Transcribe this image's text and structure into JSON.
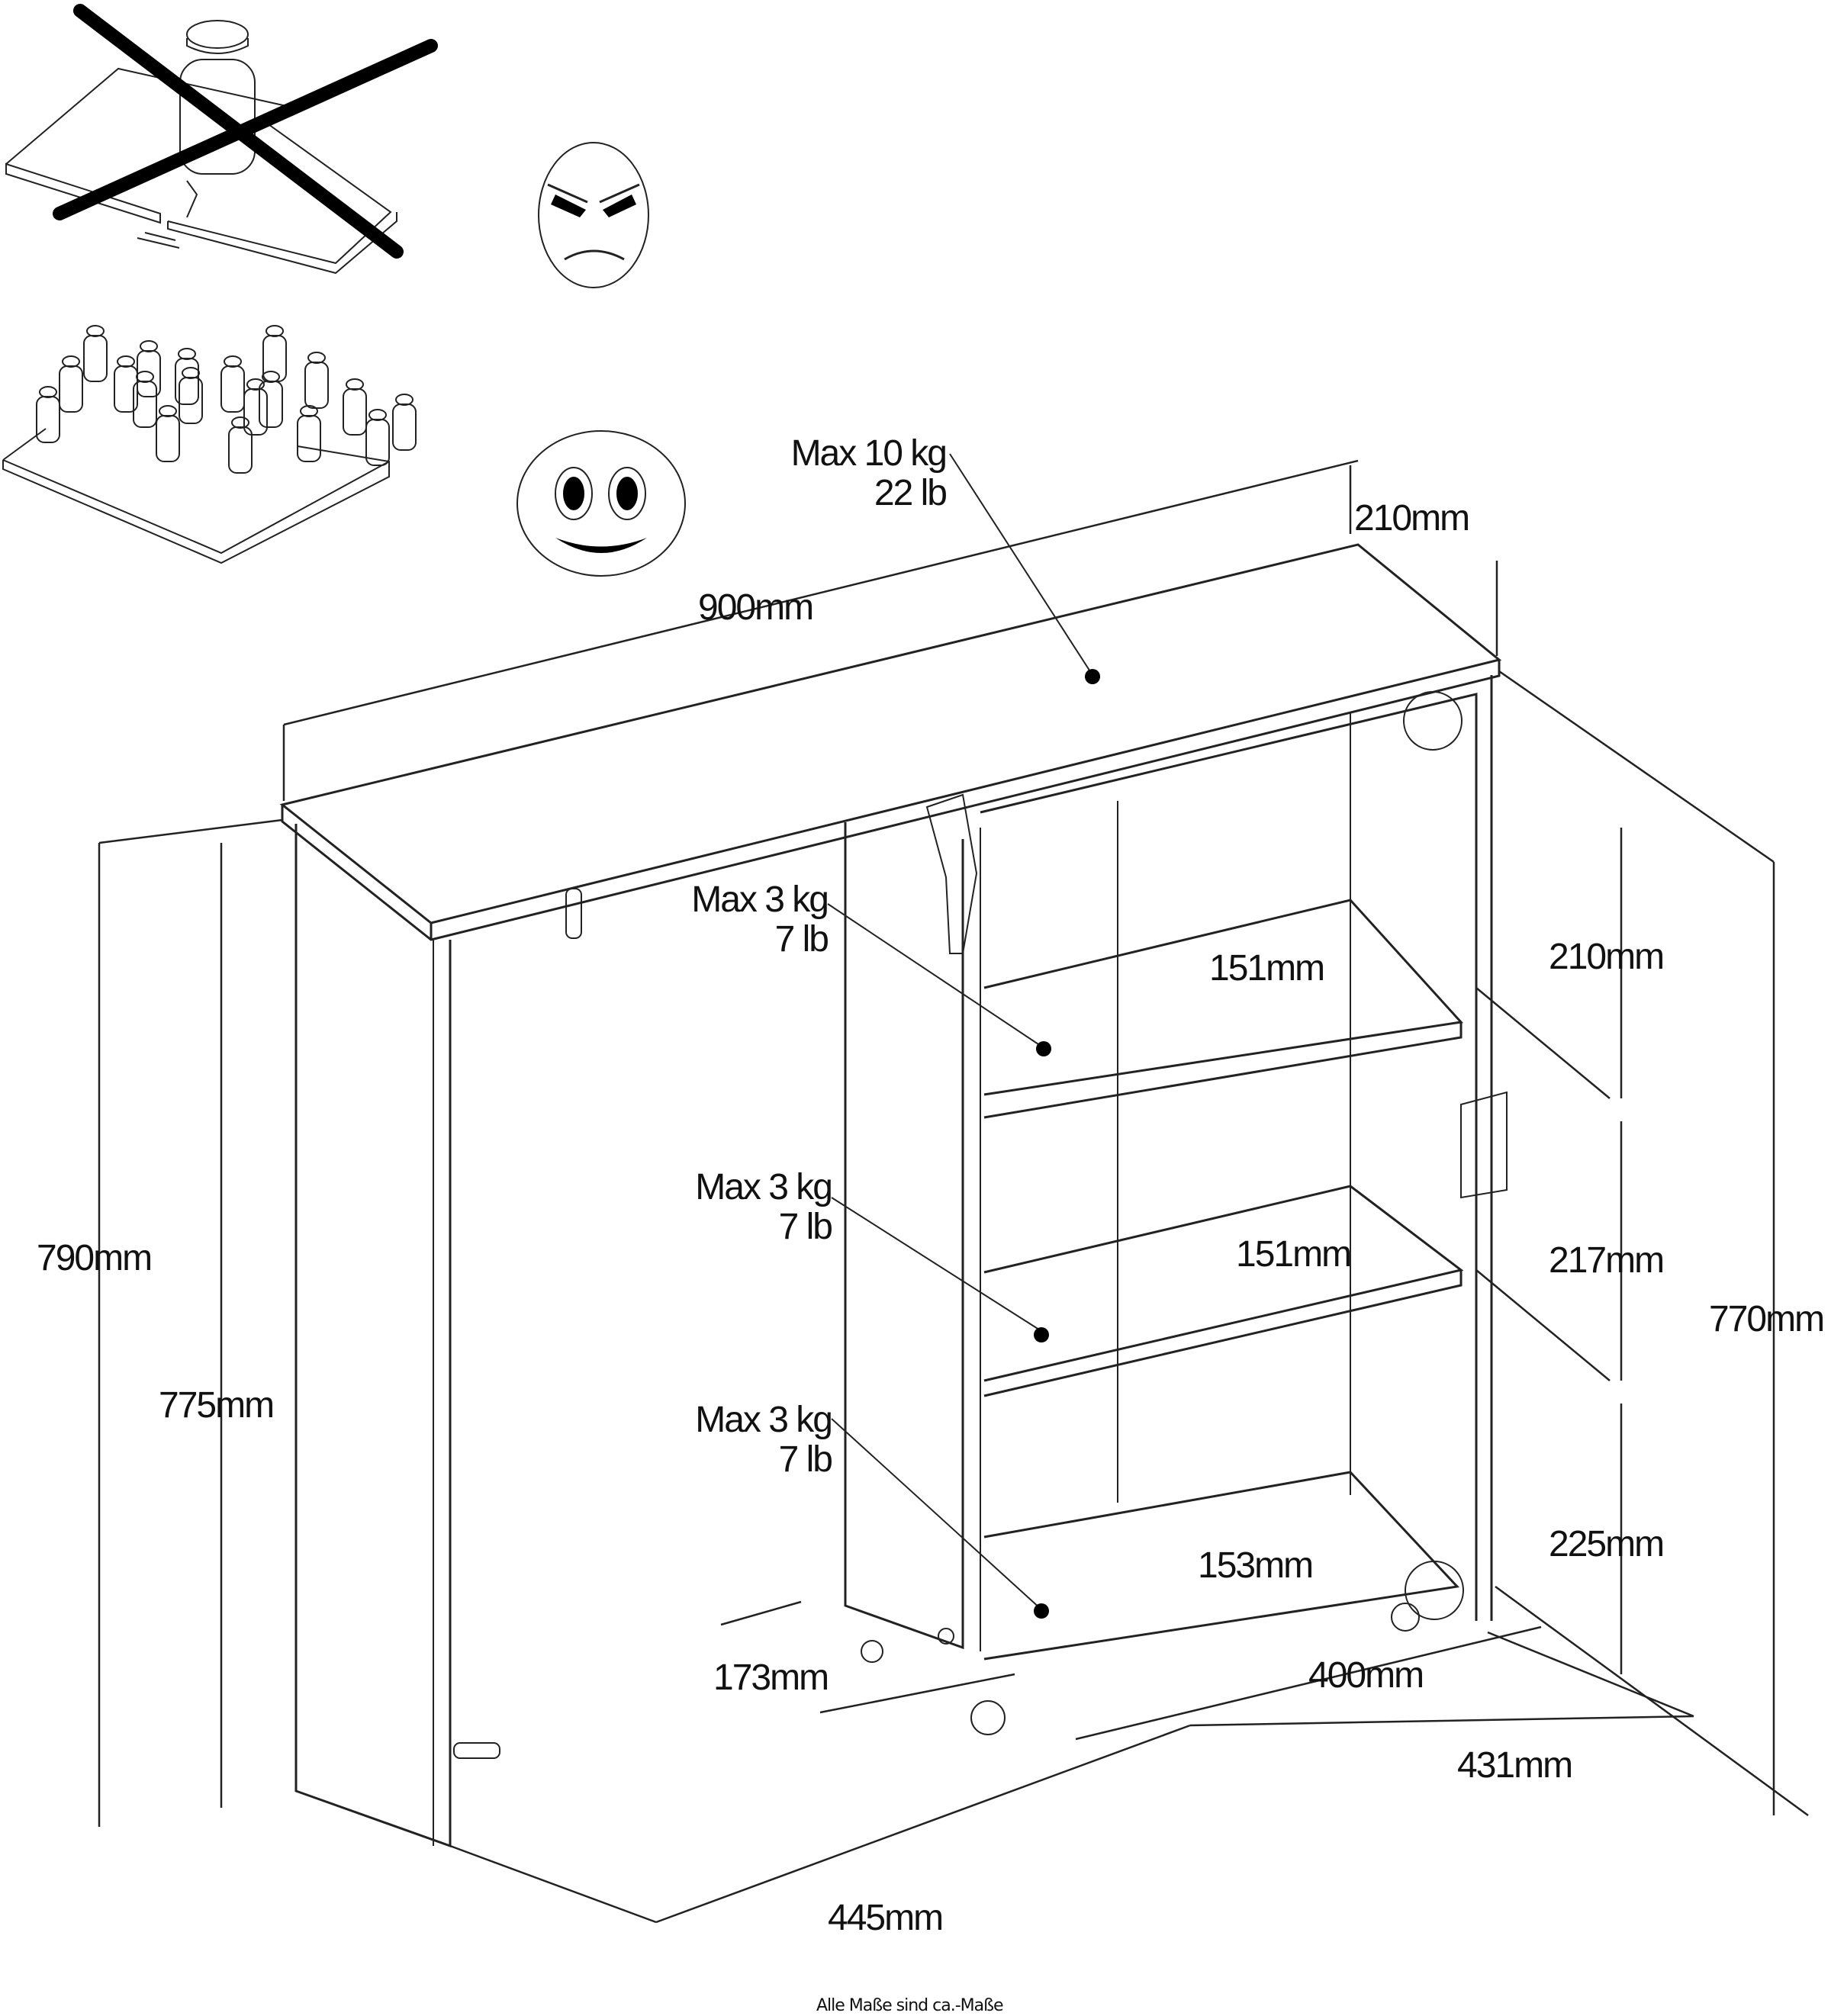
{
  "diagram": {
    "type": "furniture-dimension-drawing",
    "load_hint": {
      "bad_example": "single concentrated weight on shelf (crossed out, angry face)",
      "good_example": "weights evenly distributed on shelf (happy face)"
    },
    "top_load": {
      "kg": "Max 10 kg",
      "lb": "22 lb"
    },
    "shelf_loads": [
      {
        "kg": "Max 3 kg",
        "lb": "7 lb"
      },
      {
        "kg": "Max 3 kg",
        "lb": "7 lb"
      },
      {
        "kg": "Max 3 kg",
        "lb": "7 lb"
      }
    ],
    "dimensions": {
      "width_top": "900mm",
      "depth_top": "210mm",
      "height_total": "790mm",
      "height_side": "775mm",
      "height_right": "770mm",
      "compartment_1_height": "210mm",
      "compartment_2_height": "217mm",
      "compartment_3_height": "225mm",
      "shelf_1_depth": "151mm",
      "shelf_2_depth": "151mm",
      "shelf_3_depth": "153mm",
      "base_depth": "173mm",
      "inner_width": "400mm",
      "cabinet_width": "431mm",
      "overall_depth": "445mm"
    },
    "footnote": "Alle Maße sind ca.-Maße"
  }
}
